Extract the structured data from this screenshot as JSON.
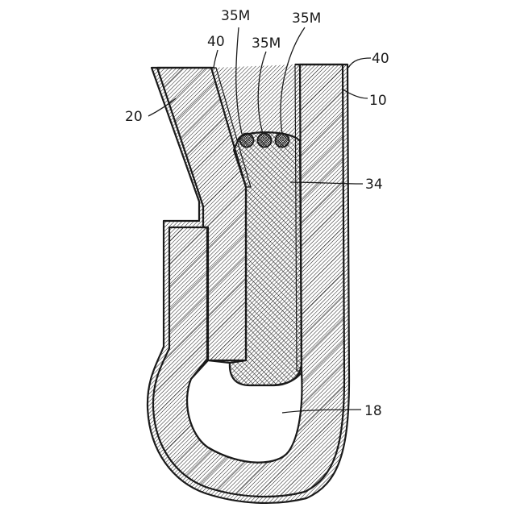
{
  "figure": {
    "labels": {
      "label_35m_top": "35M",
      "label_35m_mid": "35M",
      "label_35m_right": "35M",
      "label_40_left": "40",
      "label_40_right": "40",
      "label_20": "20",
      "label_10": "10",
      "label_34": "34",
      "label_18": "18"
    }
  }
}
